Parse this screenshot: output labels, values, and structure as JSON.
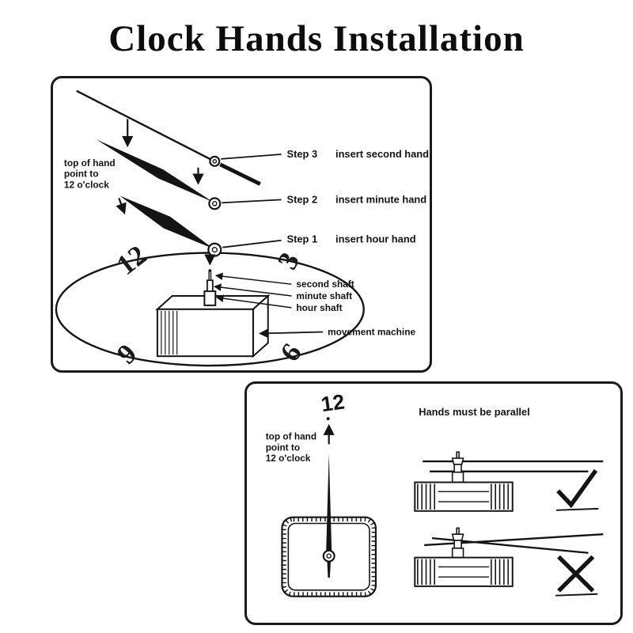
{
  "colors": {
    "ink": "#141414",
    "paper": "#ffffff"
  },
  "title": "Clock Hands Installation",
  "top_panel": {
    "note_lines": [
      "top of hand",
      "point to",
      "12 o'clock"
    ],
    "steps": [
      {
        "label": "Step 3",
        "text": "insert second hand"
      },
      {
        "label": "Step 2",
        "text": "insert minute hand"
      },
      {
        "label": "Step 1",
        "text": "insert hour hand"
      }
    ],
    "shaft_labels": [
      "second shaft",
      "minute shaft",
      "hour shaft"
    ],
    "machine_label": "movement machine",
    "clock_numbers": {
      "twelve": "12",
      "three": "3",
      "nine": "9",
      "six": "6"
    }
  },
  "bottom_panel": {
    "clock_number_twelve": "12",
    "note_lines": [
      "top of hand",
      "point to",
      "12 o'clock"
    ],
    "parallel_heading": "Hands must be parallel"
  }
}
